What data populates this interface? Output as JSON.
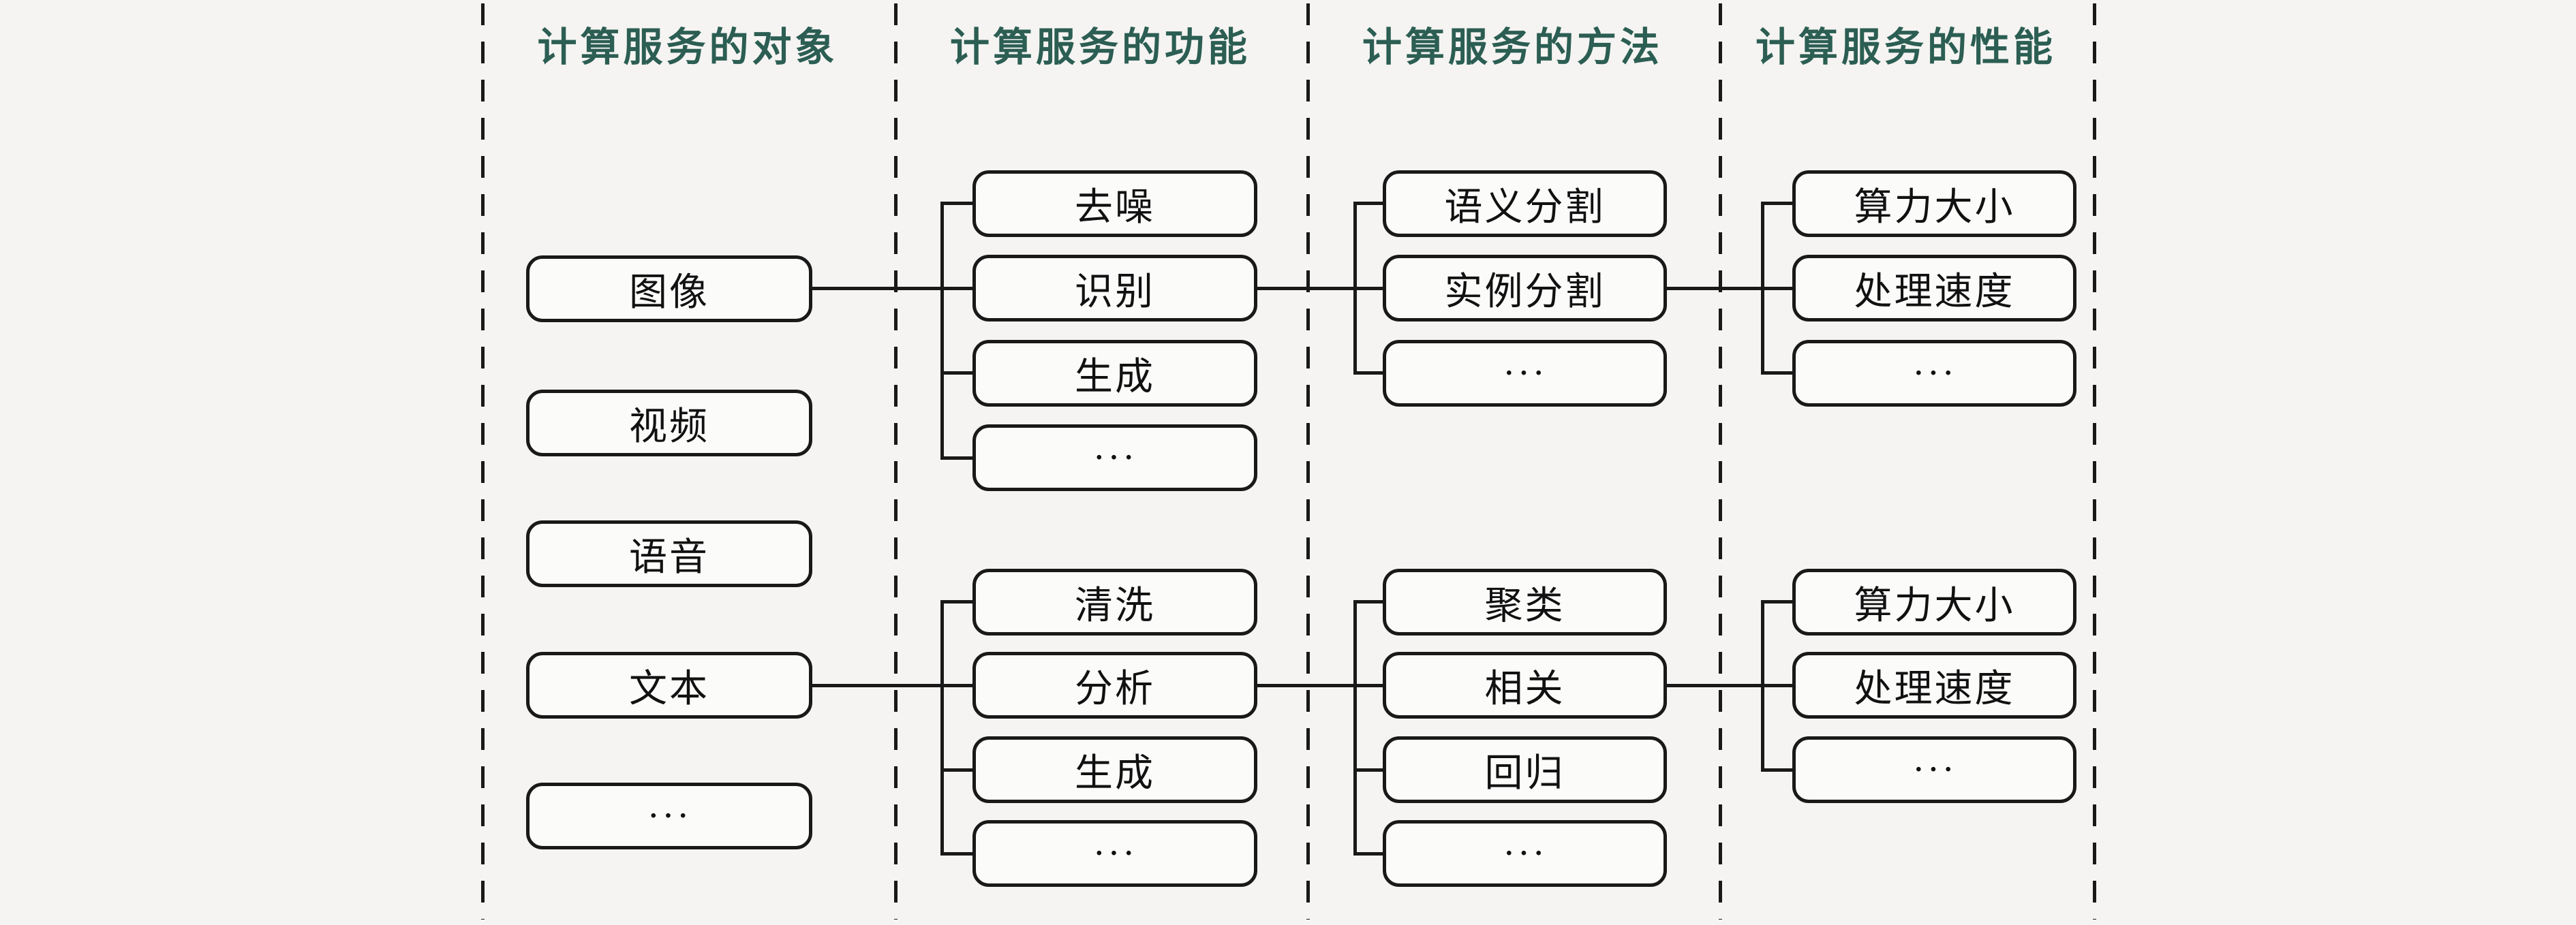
{
  "figure": {
    "background_color": "#f5f4f2",
    "line_color": "#191919",
    "box_fill_color": "#fbfbfa",
    "header_text_color": "#2c5e53",
    "box_text_color": "#111111"
  },
  "columns": [
    {
      "title": "计算服务的对象",
      "boxes": [
        "图像",
        "视频",
        "语音",
        "文本",
        "···"
      ]
    },
    {
      "title": "计算服务的功能",
      "top_group": [
        "去噪",
        "识别",
        "生成",
        "···"
      ],
      "bottom_group": [
        "清洗",
        "分析",
        "生成",
        "···"
      ]
    },
    {
      "title": "计算服务的方法",
      "top_group": [
        "语义分割",
        "实例分割",
        "···"
      ],
      "bottom_group": [
        "聚类",
        "相关",
        "回归",
        "···"
      ]
    },
    {
      "title": "计算服务的性能",
      "top_group": [
        "算力大小",
        "处理速度",
        "···"
      ],
      "bottom_group": [
        "算力大小",
        "处理速度",
        "···"
      ]
    }
  ]
}
